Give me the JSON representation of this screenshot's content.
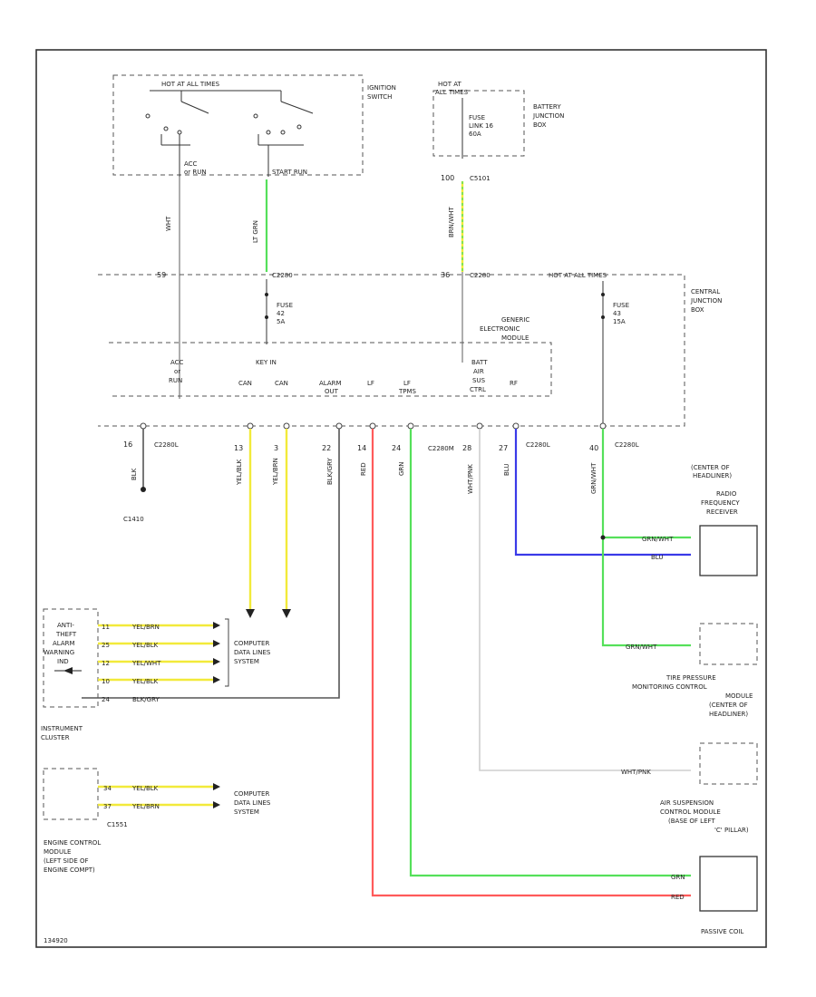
{
  "labels": {
    "hot_at_all_times_ign": "HOT AT ALL TIMES",
    "ignition_switch": [
      "IGNITION",
      "SWITCH"
    ],
    "acc_or_run": [
      "ACC",
      "or RUN"
    ],
    "start_run": "START RUN",
    "lt_grn": "LT GRN",
    "hot_at_all_times_batt": [
      "HOT AT",
      "ALL TIMES"
    ],
    "fuse_link": [
      "FUSE",
      "LINK 16",
      "60A"
    ],
    "battery_junction_box": [
      "BATTERY",
      "JUNCTION",
      "BOX"
    ],
    "c5101": "C5101",
    "pin_100": "100",
    "pin_59": "59",
    "pin_36": "36",
    "c2280_a": "C2280",
    "c2280_b": "C2280",
    "hot_at_all_times_cjb": "HOT AT ALL TIMES",
    "fuse_42": [
      "FUSE",
      "42",
      "5A"
    ],
    "fuse_43": [
      "FUSE",
      "43",
      "15A"
    ],
    "central_junction_box": [
      "CENTRAL",
      "JUNCTION",
      "BOX"
    ],
    "generic_electronic_module": [
      "GENERIC",
      "ELECTRONIC",
      "MODULE"
    ],
    "gem_pins": [
      [
        "ACC",
        "or",
        "RUN"
      ],
      [
        "KEY IN"
      ],
      [
        "CAN"
      ],
      [
        "CAN"
      ],
      [
        "ALARM",
        "OUT"
      ],
      [
        "LF"
      ],
      [
        "LF",
        "TPMS"
      ],
      [
        "BATT",
        "AIR",
        "SUS",
        "CTRL"
      ],
      [
        "RF"
      ]
    ],
    "bottom_pins": [
      "16",
      "13",
      "3",
      "22",
      "14",
      "24",
      "28",
      "27",
      "40"
    ],
    "c2280_bottom_a": "C2280L",
    "c2280_bottom_b": "C2280M",
    "c2280_bottom_c": "C2280L",
    "c2280_bottom_d": "C2280L",
    "g1410": "C1410",
    "headliner_receiver": [
      "(CENTER OF",
      "HEADLINER)",
      "RADIO",
      "FREQUENCY",
      "RECEIVER"
    ],
    "grn_wht_a": "GRN/WHT",
    "blu": "BLU",
    "grn_wht_b": "GRN/WHT",
    "tpms_module": [
      "TIRE PRESSURE",
      "MONITORING CONTROL",
      "MODULE",
      "(CENTER OF",
      "HEADLINER)"
    ],
    "wht_pnk": "WHT/PNK",
    "air_suspension": [
      "AIR SUSPENSION",
      "CONTROL MODULE",
      "(BASE OF LEFT",
      "'C' PILLAR)"
    ],
    "grn": "GRN",
    "red": "RED",
    "passive_coil": "PASSIVE COIL",
    "anti_theft": [
      "ANTI-",
      "THEFT",
      "ALARM",
      "WARNING",
      "IND"
    ],
    "instrument_cluster": [
      "INSTRUMENT",
      "CLUSTER"
    ],
    "ic_wires": [
      "YEL/BRN",
      "YEL/BLK",
      "YEL/WHT",
      "YEL/BLK",
      "BLK/GRY"
    ],
    "ic_pins": [
      "11",
      "25",
      "12",
      "10",
      "24"
    ],
    "computer_data_lines_a": [
      "COMPUTER",
      "DATA LINES",
      "SYSTEM"
    ],
    "ecm_wires": [
      "YEL/BLK",
      "YEL/BRN"
    ],
    "ecm_pins": [
      "34",
      "37"
    ],
    "c1551": "C1551",
    "engine_control_module": [
      "ENGINE CONTROL",
      "MODULE",
      "(LEFT SIDE OF",
      "ENGINE COMPT)"
    ],
    "computer_data_lines_b": [
      "COMPUTER",
      "DATA LINES",
      "SYSTEM"
    ],
    "wire_codes": {
      "acc": "WHT",
      "batt": "BRN/WHT",
      "yel1": "YEL/BLK",
      "yel2": "YEL/BRN",
      "alarm": "BLK/GRY",
      "lf": "RED",
      "lf_tpms": "GRN",
      "air": "WHT/PNK",
      "rf": "BLU",
      "cjb": "GRN/WHT",
      "g": "BLK"
    },
    "figure_id": "134920"
  },
  "colors": {
    "yellow": "#f2ea3a",
    "green": "#55e05a",
    "red": "#ff5a5a",
    "blue": "#3a3ae8",
    "gray": "#9a9a9a"
  }
}
